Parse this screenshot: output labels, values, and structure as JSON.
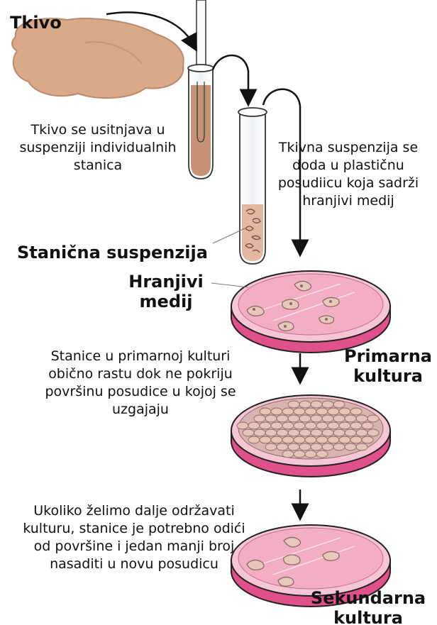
{
  "labels": {
    "tissue": "Tkivo",
    "tissue_minced": "Tkivo se usitnjava u suspenziji individualnih stanica",
    "suspension_added": "Tkivna suspenzija se doda u plastičnu posudiicu koja sadrži hranjivi medij",
    "cell_suspension": "Stanična suspenzija",
    "growth_medium": "Hranjivi medij",
    "primary_growth": "Stanice u primarnoj kulturi obično rastu dok ne pokriju površinu posudice u kojoj se uzgajaju",
    "primary_culture": "Primarna kultura",
    "subculture_step": "Ukoliko želimo dalje održavati kulturu, stanice je potrebno odići od površine i jedan manji broj nasaditi u novu posudicu",
    "secondary_culture": "Sekundarna kultura"
  },
  "colors": {
    "tissue": "#d9a98a",
    "tissue_edge": "#b98a6c",
    "medium": "#f4aec3",
    "medium_dark": "#e0508a",
    "cell": "#e9c8bb",
    "cell_edge": "#8a6a66",
    "outline": "#222222"
  }
}
